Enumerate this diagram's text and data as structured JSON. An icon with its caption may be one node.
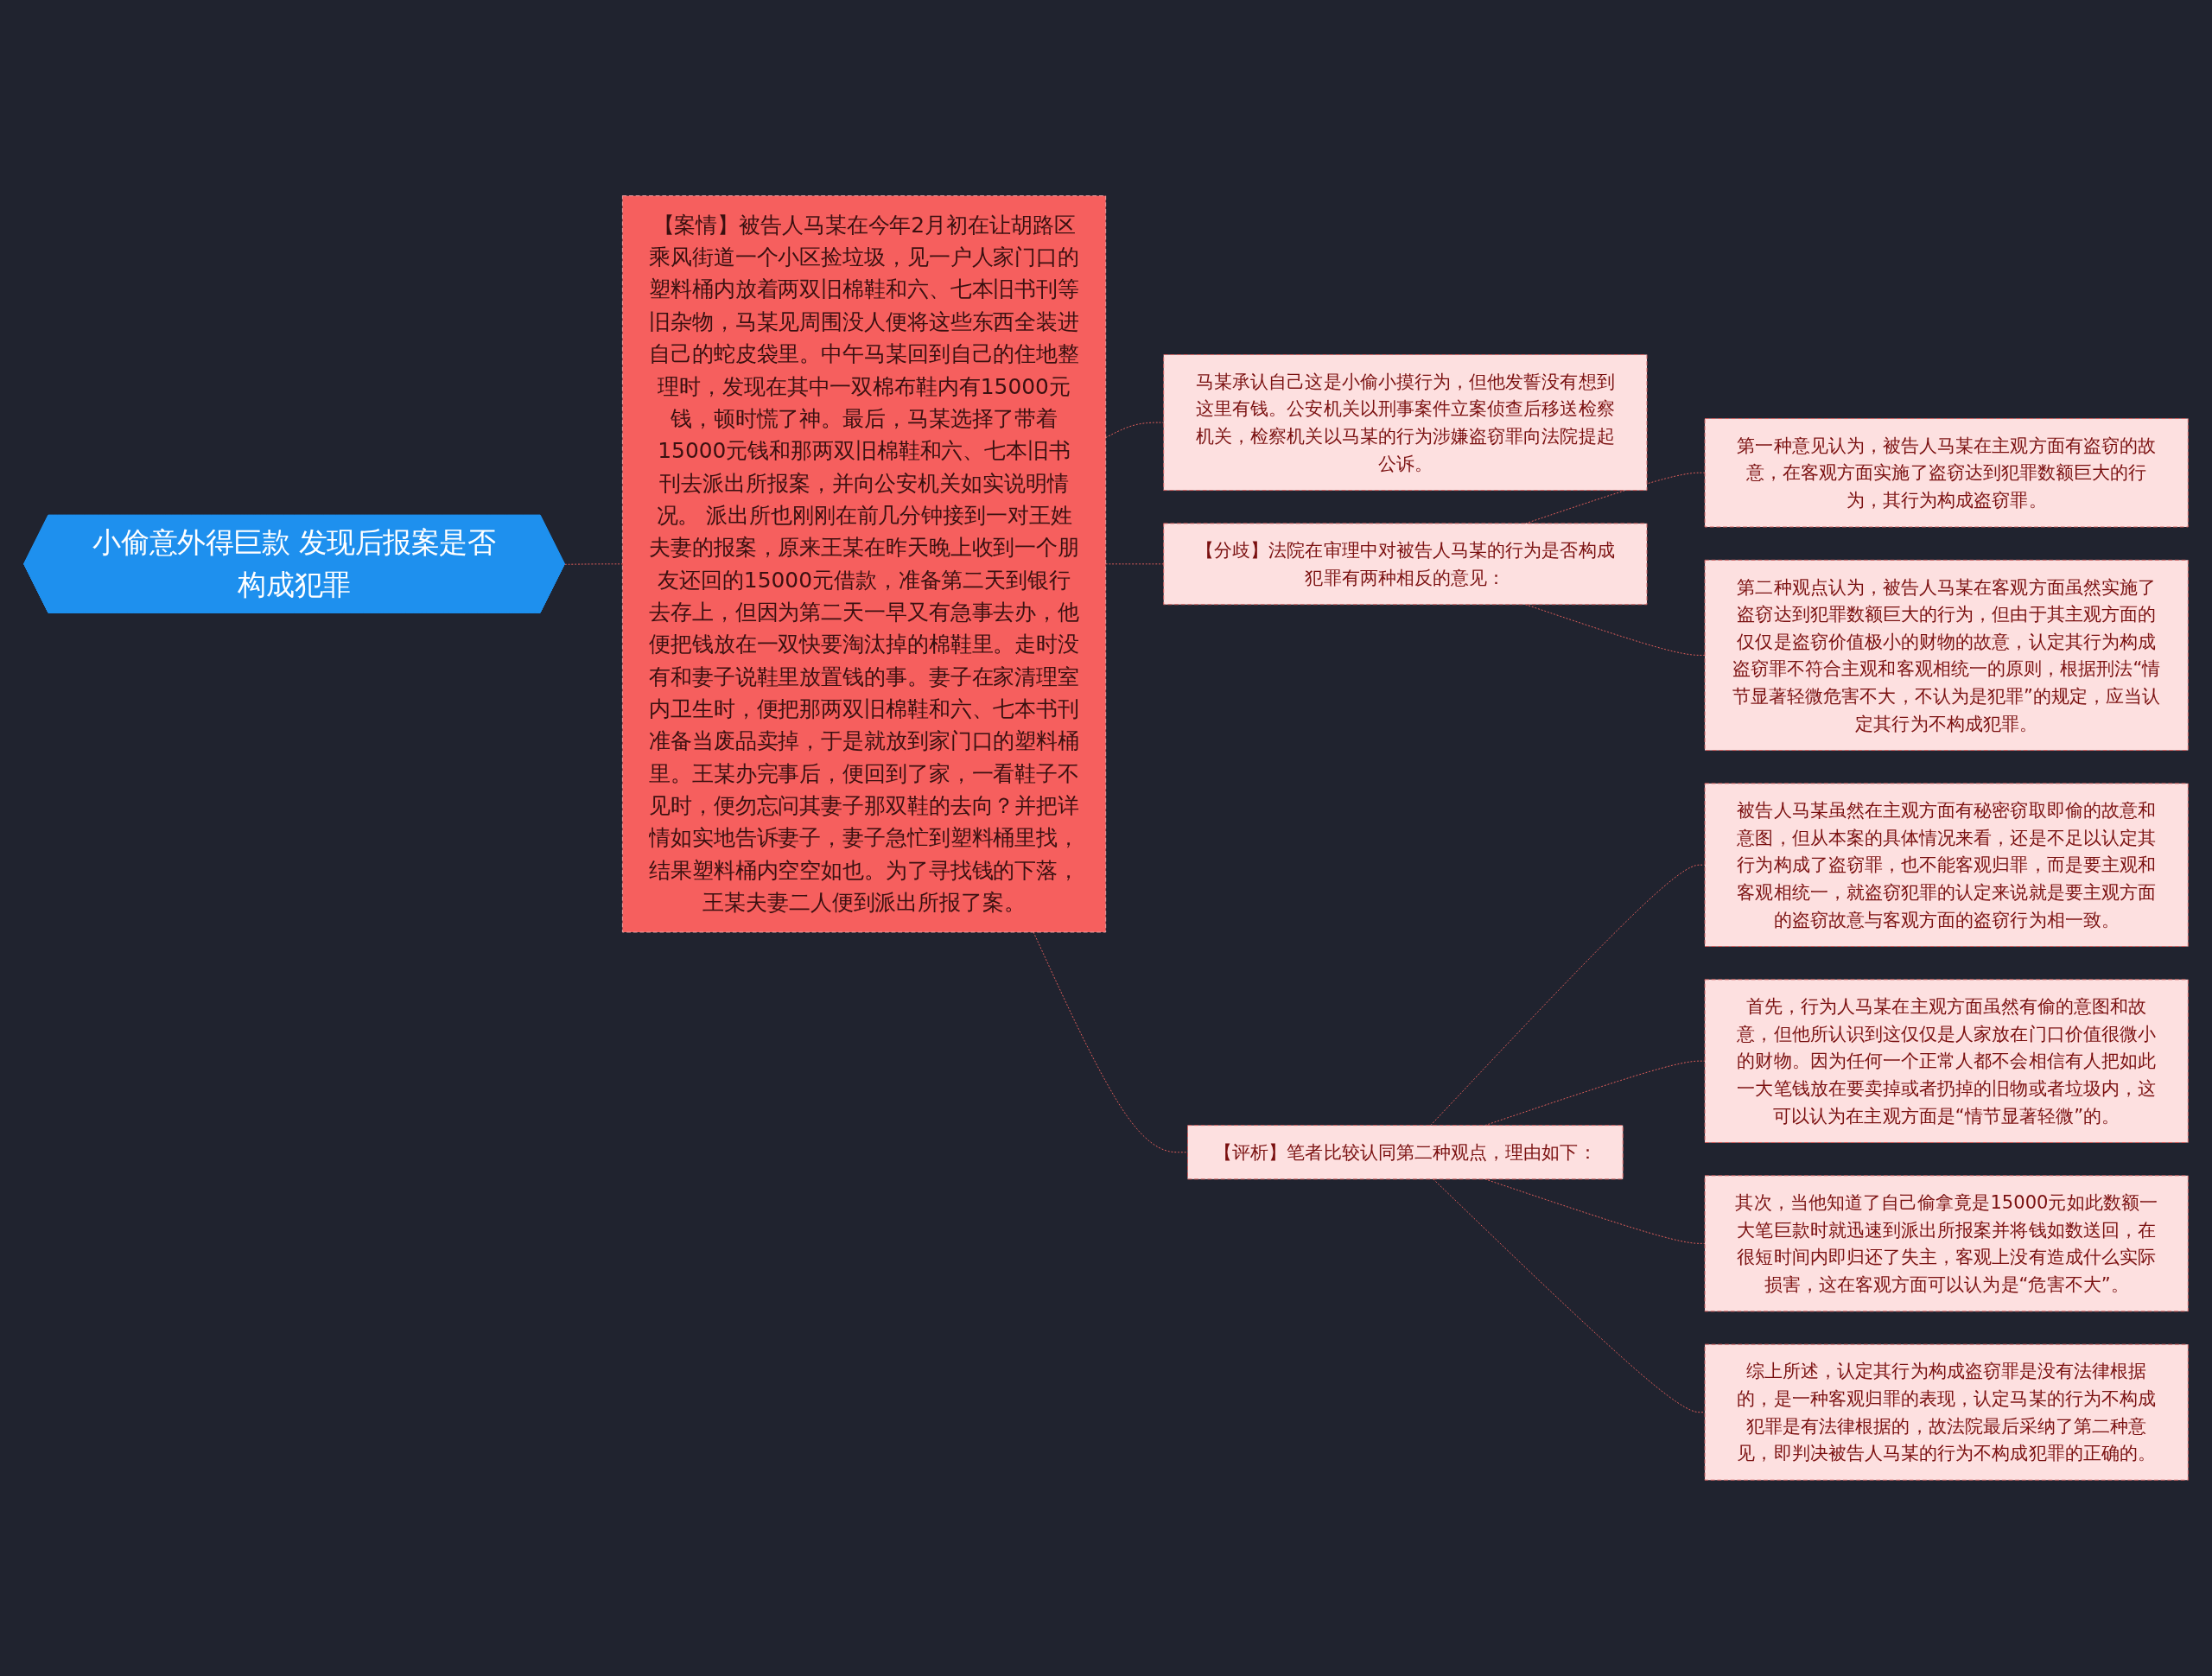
{
  "diagram": {
    "nodes": [
      {
        "text": [
          "小偷意外得巨款 发现后报案是否构成犯罪"
        ]
      },
      {
        "text": [
          "【案情】被告人马某在今年2月初在让胡路区乘风街道一个小区捡垃圾，见一户人家门口的塑料桶内放着两双旧棉鞋和六、七本旧书刊等旧杂物，马某见周围没人便将这些东西全装进自己的蛇皮袋里。中午马某回到自己的住地整理时，发现在其中一双棉布鞋内有15000元钱，顿时慌了神。最后，马某选择了带着15000元钱和那两双旧棉鞋和六、七本旧书刊去派出所报案，并向公安机关如实说明情况。 派出所也刚刚在前几分钟接到一对王姓夫妻的报案，原来王某在昨天晚上收到一个朋友还回的15000元借款，准备第二天到银行去存上，但因为第二天一早又有急事去办，他便把钱放在一双快要淘汰掉的棉鞋里。走时没有和妻子说鞋里放置钱的事。妻子在家清理室内卫生时，便把那两双旧棉鞋和六、七本书刊准备当废品卖掉，于是就放到家门口的塑料桶里。王某办完事后，便回到了家，一看鞋子不见时，便勿忘问其妻子那双鞋的去向？并把详情如实地告诉妻子，妻子急忙到塑料桶里找，结果塑料桶内空空如也。为了寻找钱的下落，王某夫妻二人便到派出所报了案。"
        ]
      },
      {
        "text": [
          "马某承认自己这是小偷小摸行为，但他发誓没有想到这里有钱。公安机关以刑事案件立案侦查后移送检察机关，检察机关以马某的行为涉嫌盗窃罪向法院提起公诉。"
        ]
      },
      {
        "text": [
          "【分歧】法院在审理中对被告人马某的行为是否构成犯罪有两种相反的意见："
        ]
      },
      {
        "text": [
          "第一种意见认为，被告人马某在主观方面有盗窃的故意，在客观方面实施了盗窃达到犯罪数额巨大的行为，其行为构成盗窃罪。"
        ]
      },
      {
        "text": [
          "第二种观点认为，被告人马某在客观方面虽然实施了盗窃达到犯罪数额巨大的行为，但由于其主观方面的仅仅是盗窃价值极小的财物的故意，认定其行为构成盗窃罪不符合主观和客观相统一的原则，根据刑法“情节显著轻微危害不大，不认为是犯罪”的规定，应当认定其行为不构成犯罪。"
        ]
      },
      {
        "text": [
          "【评析】笔者比较认同第二种观点，理由如下："
        ]
      },
      {
        "text": [
          "被告人马某虽然在主观方面有秘密窃取即偷的故意和意图，但从本案的具体情况来看，还是不足以认定其行为构成了盗窃罪，也不能客观归罪，而是要主观和客观相统一，就盗窃犯罪的认定来说就是要主观方面的盗窃故意与客观方面的盗窃行为相一致。"
        ]
      },
      {
        "text": [
          "首先，行为人马某在主观方面虽然有偷的意图和故意，但他所认识到这仅仅是人家放在门口价值很微小的财物。因为任何一个正常人都不会相信有人把如此一大笔钱放在要卖掉或者扔掉的旧物或者垃圾内，这可以认为在主观方面是“情节显著轻微”的。"
        ]
      },
      {
        "text": [
          "其次，当他知道了自己偷拿竟是15000元如此数额一大笔巨款时就迅速到派出所报案并将钱如数送回，在很短时间内即归还了失主，客观上没有造成什么实际损害，这在客观方面可以认为是“危害不大”。"
        ]
      },
      {
        "text": [
          "综上所述，认定其行为构成盗窃罪是没有法律根据的，是一种客观归罪的表现，认定马某的行为不构成犯罪是有法律根据的，故法院最后采纳了第二种意见，即判决被告人马某的行为不构成犯罪的正确的。"
        ]
      }
    ],
    "edges": [
      {
        "from": 0,
        "to": 1,
        "arrow": "none",
        "style": "dashed"
      },
      {
        "from": 1,
        "to": 2,
        "arrow": "none",
        "style": "dashed"
      },
      {
        "from": 1,
        "to": 3,
        "arrow": "none",
        "style": "dashed"
      },
      {
        "from": 1,
        "to": 6,
        "arrow": "none",
        "style": "dashed"
      },
      {
        "from": 3,
        "to": 4,
        "arrow": "none",
        "style": "dashed"
      },
      {
        "from": 3,
        "to": 5,
        "arrow": "none",
        "style": "dashed"
      },
      {
        "from": 6,
        "to": 7,
        "arrow": "none",
        "style": "dashed"
      },
      {
        "from": 6,
        "to": 8,
        "arrow": "none",
        "style": "dashed"
      },
      {
        "from": 6,
        "to": 9,
        "arrow": "none",
        "style": "dashed"
      },
      {
        "from": 6,
        "to": 10,
        "arrow": "none",
        "style": "dashed"
      }
    ]
  }
}
